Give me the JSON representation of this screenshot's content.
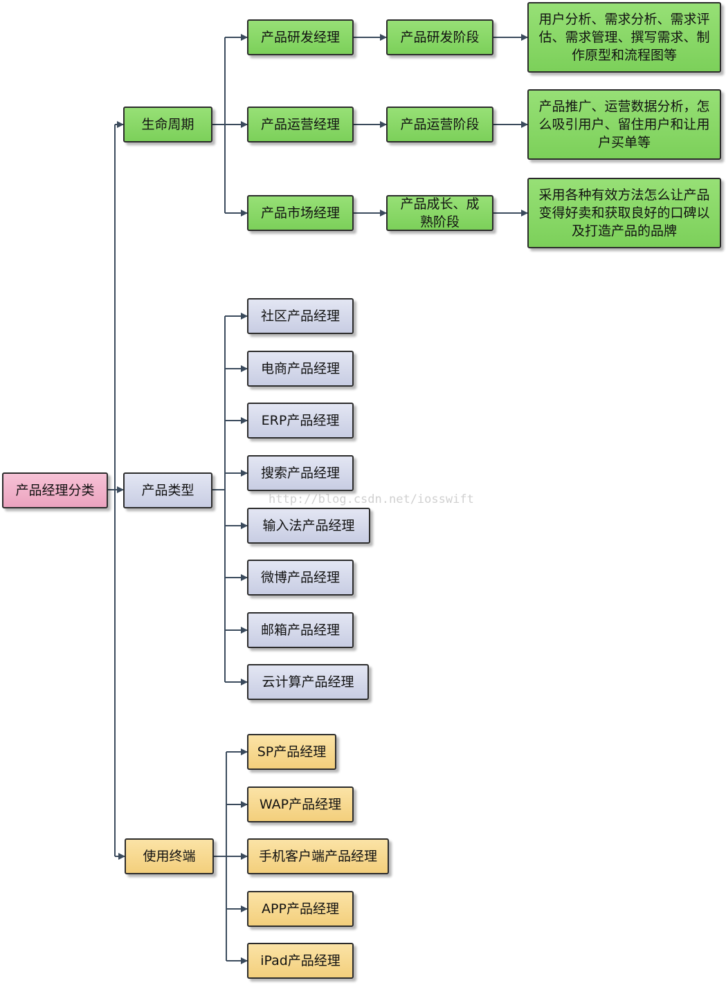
{
  "root": {
    "label": "产品经理分类"
  },
  "categories": [
    {
      "label": "生命周期"
    },
    {
      "label": "产品类型"
    },
    {
      "label": "使用终端"
    }
  ],
  "lifecycle": [
    {
      "manager": "产品研发经理",
      "stage": "产品研发阶段",
      "desc": "用户分析、需求分析、需求评估、需求管理、撰写需求、制作原型和流程图等"
    },
    {
      "manager": "产品运营经理",
      "stage": "产品运营阶段",
      "desc": "产品推广、运营数据分析，怎么吸引用户、留住用户和让用户买单等"
    },
    {
      "manager": "产品市场经理",
      "stage": "产品成长、成熟阶段",
      "desc": "采用各种有效方法怎么让产品变得好卖和获取良好的口碑以及打造产品的品牌"
    }
  ],
  "product_types": [
    "社区产品经理",
    "电商产品经理",
    "ERP产品经理",
    "搜索产品经理",
    "输入法产品经理",
    "微博产品经理",
    "邮箱产品经理",
    "云计算产品经理"
  ],
  "terminals": [
    "SP产品经理",
    "WAP产品经理",
    "手机客户端产品经理",
    "APP产品经理",
    "iPad产品经理"
  ],
  "watermark": "http://blog.csdn.net/iosswift"
}
